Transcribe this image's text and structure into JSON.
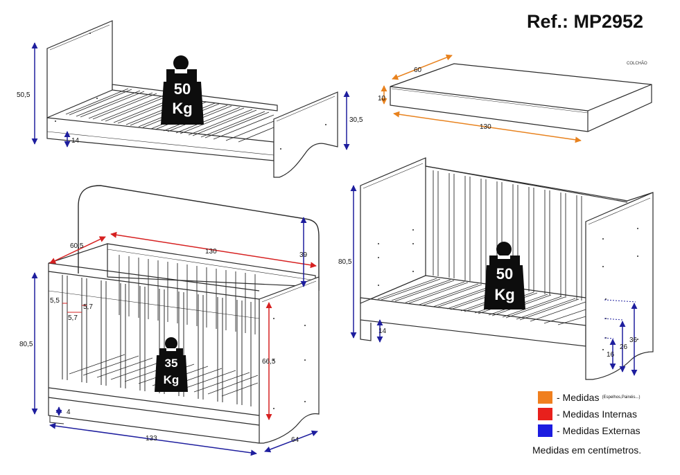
{
  "reference": "Ref.: MP2952",
  "mattress_label": "COLCHÃO",
  "bed_mini": {
    "h_outer": "50,5",
    "h_foot": "30,5",
    "leg": "14",
    "weight_num": "50",
    "weight_unit": "Kg"
  },
  "mattress": {
    "width": "60",
    "height": "10",
    "length": "130"
  },
  "crib": {
    "w_top": "60,5",
    "l_top": "130",
    "rail_h": "39",
    "h_outer": "80,5",
    "slat_a": "5,5",
    "slat_b": "5,7",
    "slat_c": "5,7",
    "h_inner": "66,5",
    "base": "4",
    "length": "133",
    "depth": "64",
    "weight_num": "35",
    "weight_unit": "Kg"
  },
  "sofa_bed": {
    "h_outer": "80,5",
    "leg": "14",
    "d36": "36",
    "d26": "26",
    "d16": "16",
    "weight_num": "50",
    "weight_unit": "Kg"
  },
  "legend": [
    {
      "label": "- Medidas",
      "note": "(Espelhos,Painéis...)",
      "color": "#F07F1E"
    },
    {
      "label": "- Medidas Internas",
      "note": "",
      "color": "#E8201C"
    },
    {
      "label": "- Medidas Externas",
      "note": "",
      "color": "#1C1CE0"
    }
  ],
  "footnote": "Medidas em centímetros.",
  "colors": {
    "orange": "#E8821E",
    "red": "#D62020",
    "blue": "#1E1E9E",
    "line": "#2A2A2A",
    "weight": "#0D0D0D"
  }
}
